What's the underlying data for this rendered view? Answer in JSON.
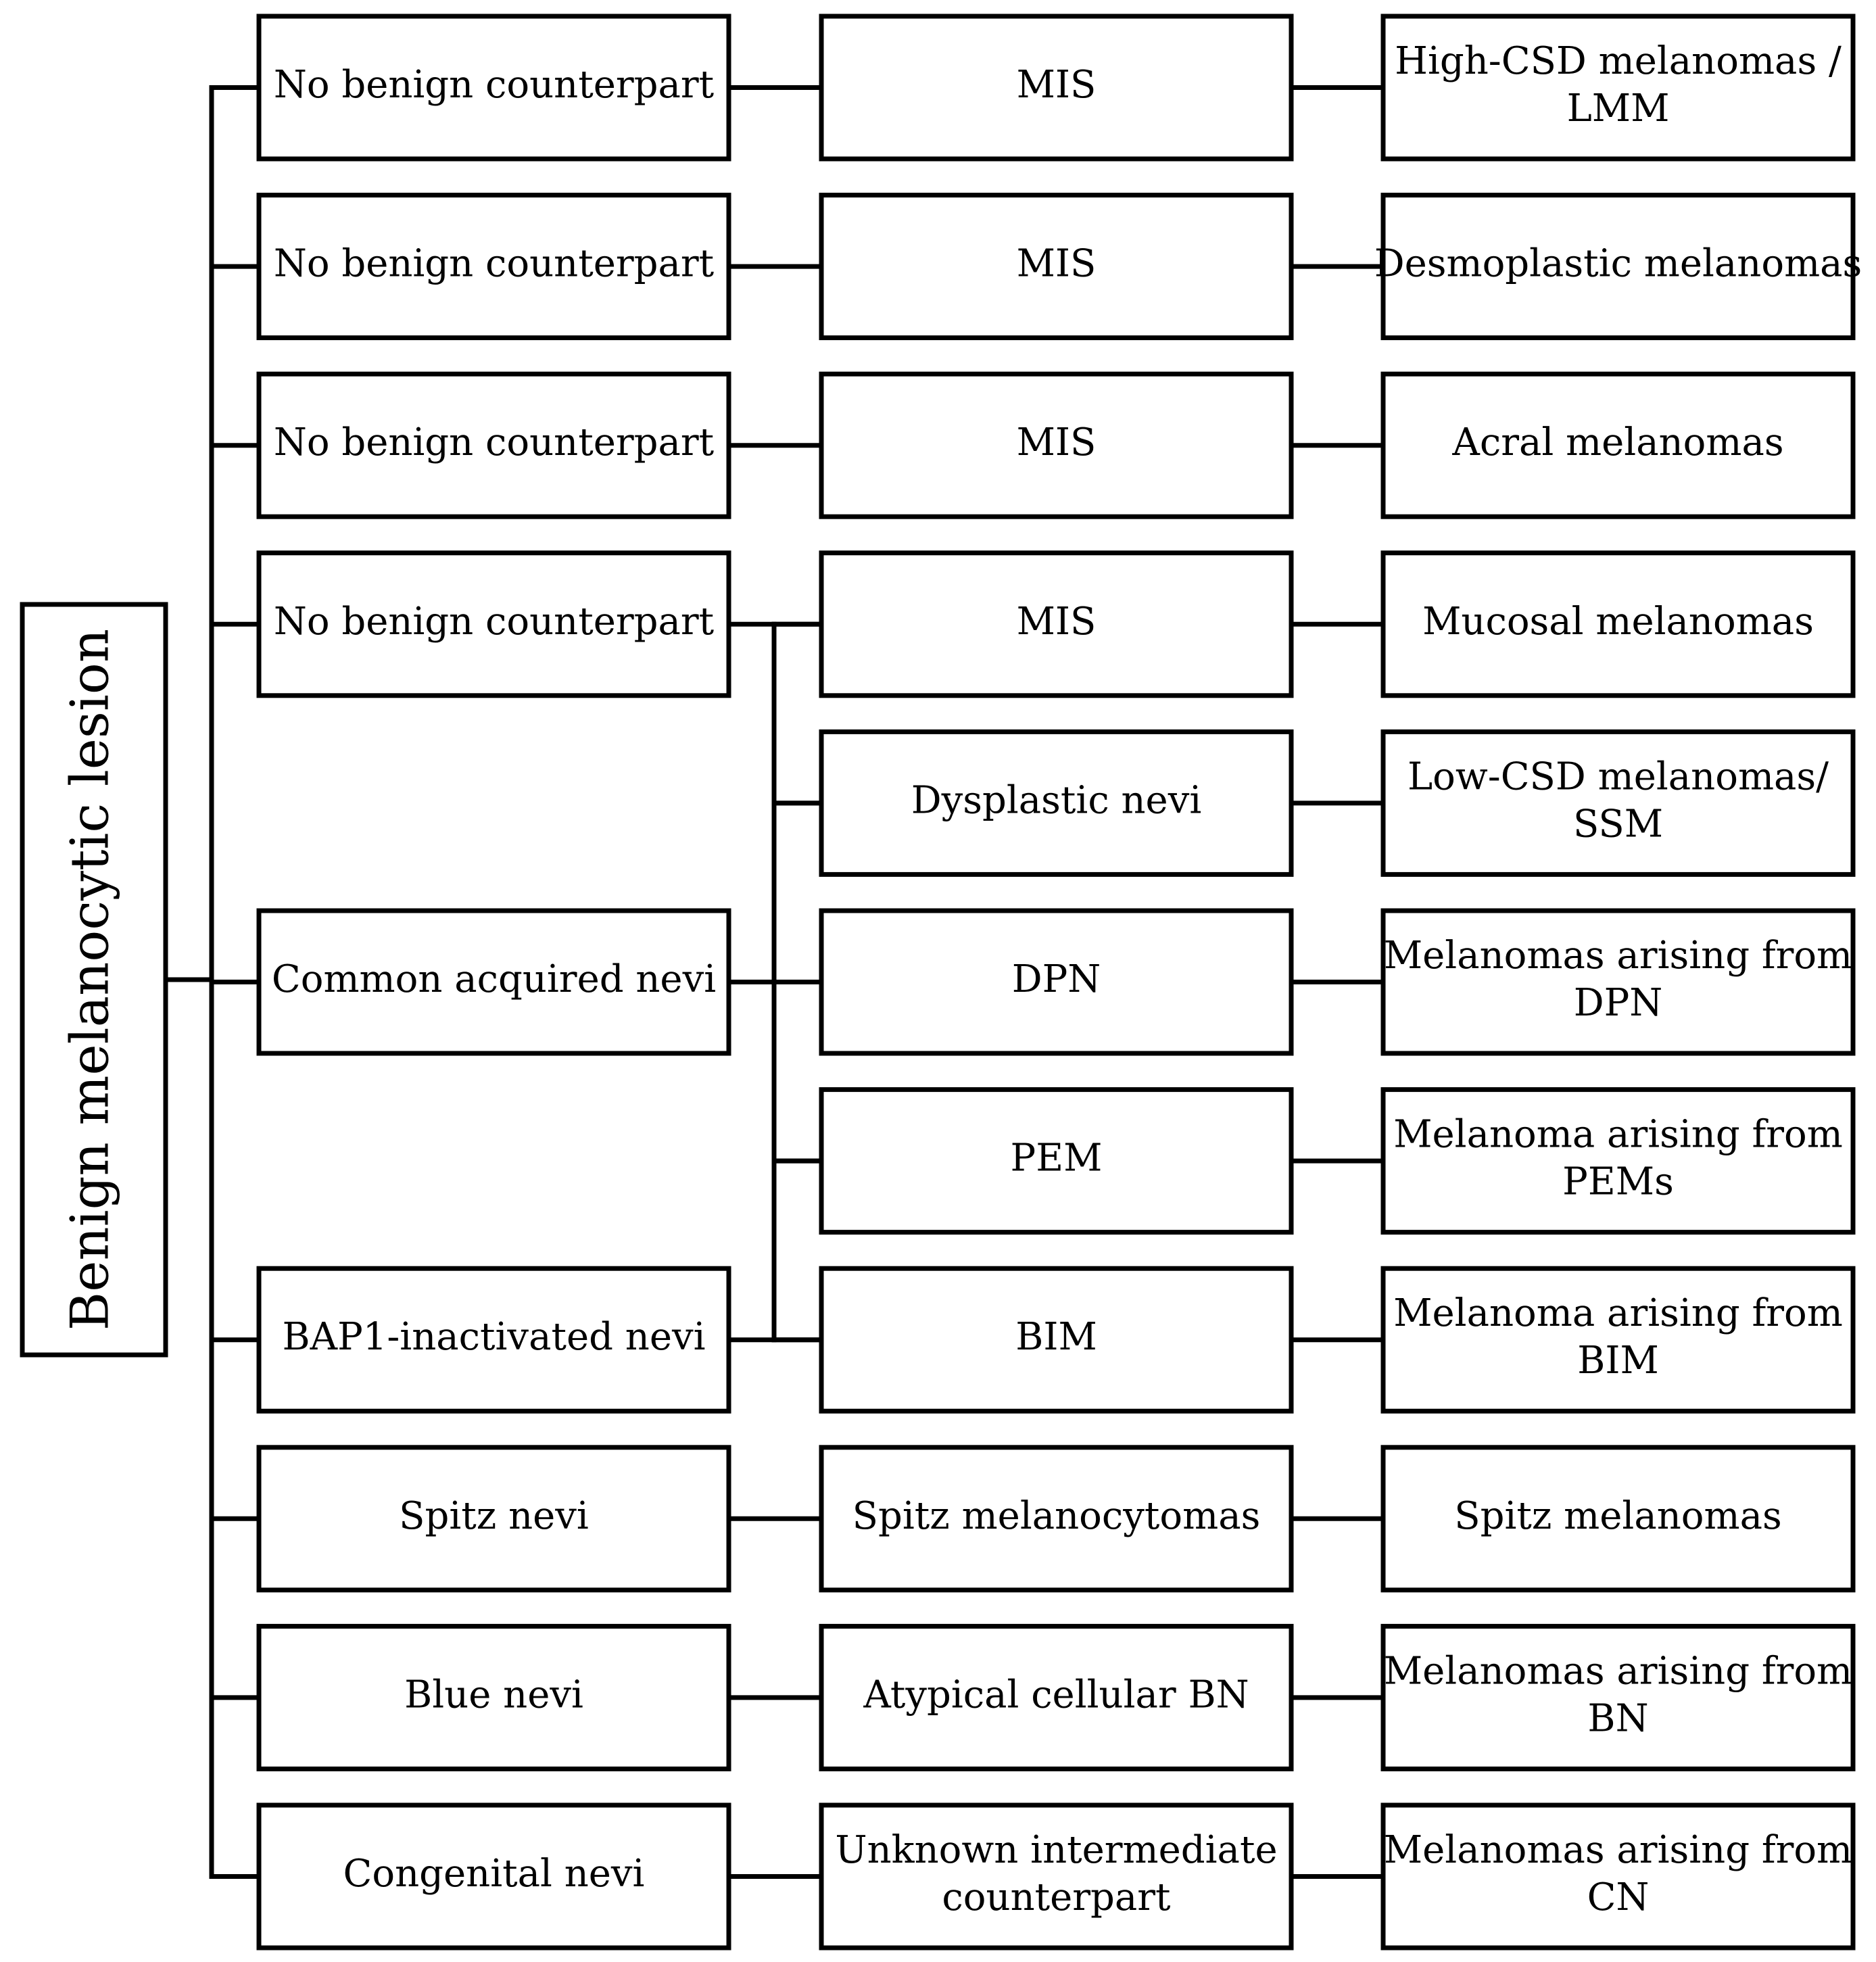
{
  "root": {
    "label": "Benign melanocytic lesion"
  },
  "rows": [
    {
      "benign": "No benign counterpart",
      "intermediate": "MIS",
      "malignant": [
        "High-CSD melanomas /",
        "LMM"
      ]
    },
    {
      "benign": "No benign counterpart",
      "intermediate": "MIS",
      "malignant": [
        "Desmoplastic melanomas"
      ]
    },
    {
      "benign": "No benign counterpart",
      "intermediate": "MIS",
      "malignant": [
        "Acral melanomas"
      ]
    },
    {
      "benign": "No benign counterpart",
      "intermediate": "MIS",
      "malignant": [
        "Mucosal melanomas"
      ]
    },
    {
      "benign": "",
      "intermediate": "Dysplastic nevi",
      "malignant": [
        "Low-CSD melanomas/",
        "SSM"
      ]
    },
    {
      "benign": "Common acquired nevi",
      "intermediate": "DPN",
      "malignant": [
        "Melanomas arising from",
        "DPN"
      ]
    },
    {
      "benign": "",
      "intermediate": "PEM",
      "malignant": [
        "Melanoma arising from",
        "PEMs"
      ]
    },
    {
      "benign": "BAP1-inactivated nevi",
      "intermediate": "BIM",
      "malignant": [
        "Melanoma arising from",
        "BIM"
      ]
    },
    {
      "benign": "Spitz nevi",
      "intermediate": "Spitz melanocytomas",
      "malignant": [
        "Spitz melanomas"
      ]
    },
    {
      "benign": "Blue nevi",
      "intermediate": "Atypical cellular BN",
      "malignant": [
        "Melanomas arising from",
        "BN"
      ]
    },
    {
      "benign": "Congenital nevi",
      "intermediate": [
        "Unknown intermediate",
        "counterpart"
      ],
      "malignant": [
        "Melanomas arising from",
        "CN"
      ]
    }
  ],
  "style": {
    "stroke": "#000000",
    "fill": "#ffffff"
  }
}
